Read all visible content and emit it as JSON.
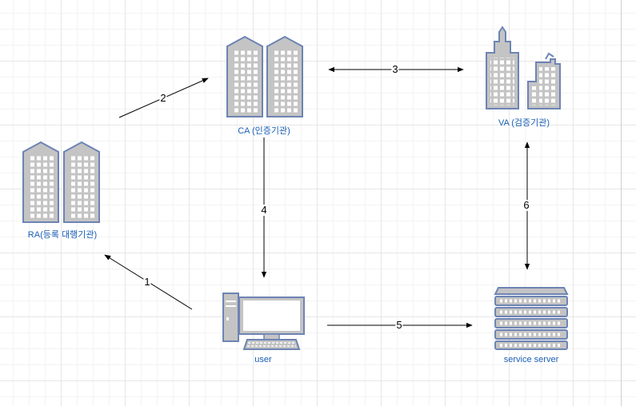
{
  "nodes": {
    "ca": {
      "label": "CA (인증기관)",
      "icon": "office-buildings-icon"
    },
    "va": {
      "label": "VA (검증기관)",
      "icon": "city-skyscraper-icon"
    },
    "ra": {
      "label": "RA(등록 대행기관)",
      "icon": "office-buildings-icon"
    },
    "user": {
      "label": "user",
      "icon": "desktop-computer-icon"
    },
    "server": {
      "label": "service server",
      "icon": "server-rack-icon"
    }
  },
  "edges": {
    "e1": {
      "label": "1",
      "from": "user",
      "to": "ra"
    },
    "e2": {
      "label": "2",
      "from": "ra",
      "to": "ca"
    },
    "e3": {
      "label": "3",
      "from": "ca",
      "to": "va",
      "bidirectional": true
    },
    "e4": {
      "label": "4",
      "from": "ca",
      "to": "user"
    },
    "e5": {
      "label": "5",
      "from": "user",
      "to": "server"
    },
    "e6": {
      "label": "6",
      "from": "server",
      "to": "va",
      "bidirectional": true
    }
  },
  "colors": {
    "icon_fill": "#c4c4c4",
    "icon_stroke": "#6d84b4",
    "window_fill": "#ffffff",
    "label_text": "#1a5fb4",
    "arrow": "#000000"
  }
}
